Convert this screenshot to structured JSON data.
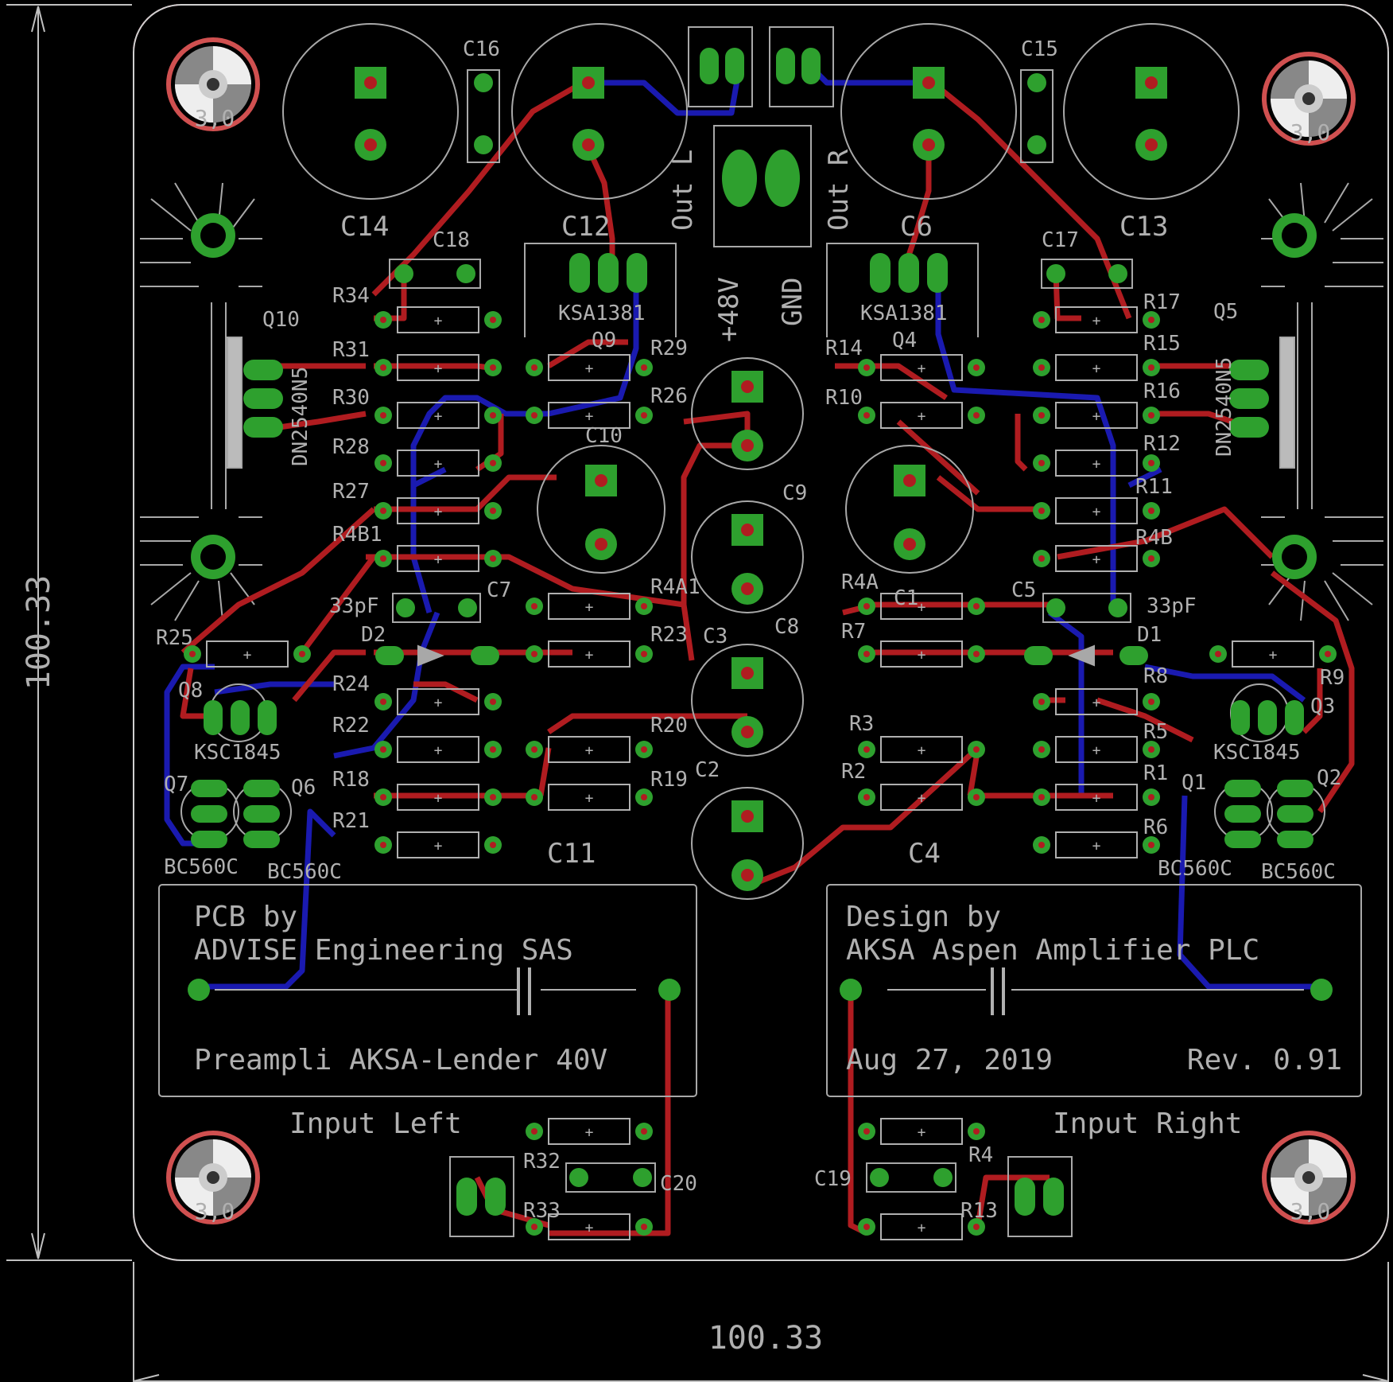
{
  "board": {
    "dim_width": "100.33",
    "dim_height": "100.33",
    "colors": {
      "background": "#000000",
      "top_copper": "#b01c20",
      "bottom_copper": "#1a1ab0",
      "pad": "#2ea02e",
      "silk": "#b0b0b0",
      "outline": "#c83a5a"
    }
  },
  "text_box_left": {
    "line1": "PCB by",
    "line2": "ADVISE Engineering SAS",
    "line3": "Preampli AKSA-Lender 40V"
  },
  "text_box_right": {
    "line1": "Design by",
    "line2": "AKSA Aspen Amplifier PLC",
    "date": "Aug 27, 2019",
    "rev": "Rev. 0.91"
  },
  "labels": {
    "input_left": "Input Left",
    "input_right": "Input Right",
    "out_l": "Out L",
    "out_r": "Out R",
    "p48v": "+48V",
    "gnd": "GND",
    "hole": "3,0"
  },
  "components": {
    "C14": "C14",
    "C12": "C12",
    "C6": "C6",
    "C13": "C13",
    "C16": "C16",
    "C15": "C15",
    "C18": "C18",
    "C17": "C17",
    "C10": "C10",
    "C9": "C9",
    "C7": "C7",
    "C5": "C5",
    "C3": "C3",
    "C8": "C8",
    "C1": "C1",
    "C2": "C2",
    "C11": "C11",
    "C4": "C4",
    "C20": "C20",
    "C19": "C19",
    "pf_left": "33pF",
    "pf_right": "33pF",
    "Q10": "Q10",
    "Q9": "Q9",
    "Q4": "Q4",
    "Q5": "Q5",
    "Q8": "Q8",
    "Q3": "Q3",
    "Q7": "Q7",
    "Q6": "Q6",
    "Q1": "Q1",
    "Q2": "Q2",
    "D2": "D2",
    "D1": "D1",
    "ksa_left": "KSA1381",
    "ksa_right": "KSA1381",
    "dn_left": "DN2540N5",
    "dn_right": "DN2540N5",
    "ksc_left": "KSC1845",
    "ksc_right": "KSC1845",
    "bc_1": "BC560C",
    "bc_2": "BC560C",
    "bc_3": "BC560C",
    "bc_4": "BC560C",
    "R34": "R34",
    "R31": "R31",
    "R30": "R30",
    "R28": "R28",
    "R27": "R27",
    "R4B1": "R4B1",
    "R29": "R29",
    "R26": "R26",
    "R4A1": "R4A1",
    "R23": "R23",
    "R25": "R25",
    "R24": "R24",
    "R22": "R22",
    "R18": "R18",
    "R21": "R21",
    "R20": "R20",
    "R19": "R19",
    "R32": "R32",
    "R33": "R33",
    "R17": "R17",
    "R15": "R15",
    "R16": "R16",
    "R12": "R12",
    "R11": "R11",
    "R4B": "R4B",
    "R14": "R14",
    "R10": "R10",
    "R4A": "R4A",
    "R7": "R7",
    "R9": "R9",
    "R8": "R8",
    "R5": "R5",
    "R3": "R3",
    "R2": "R2",
    "R1": "R1",
    "R6": "R6",
    "R4": "R4",
    "R13": "R13"
  }
}
